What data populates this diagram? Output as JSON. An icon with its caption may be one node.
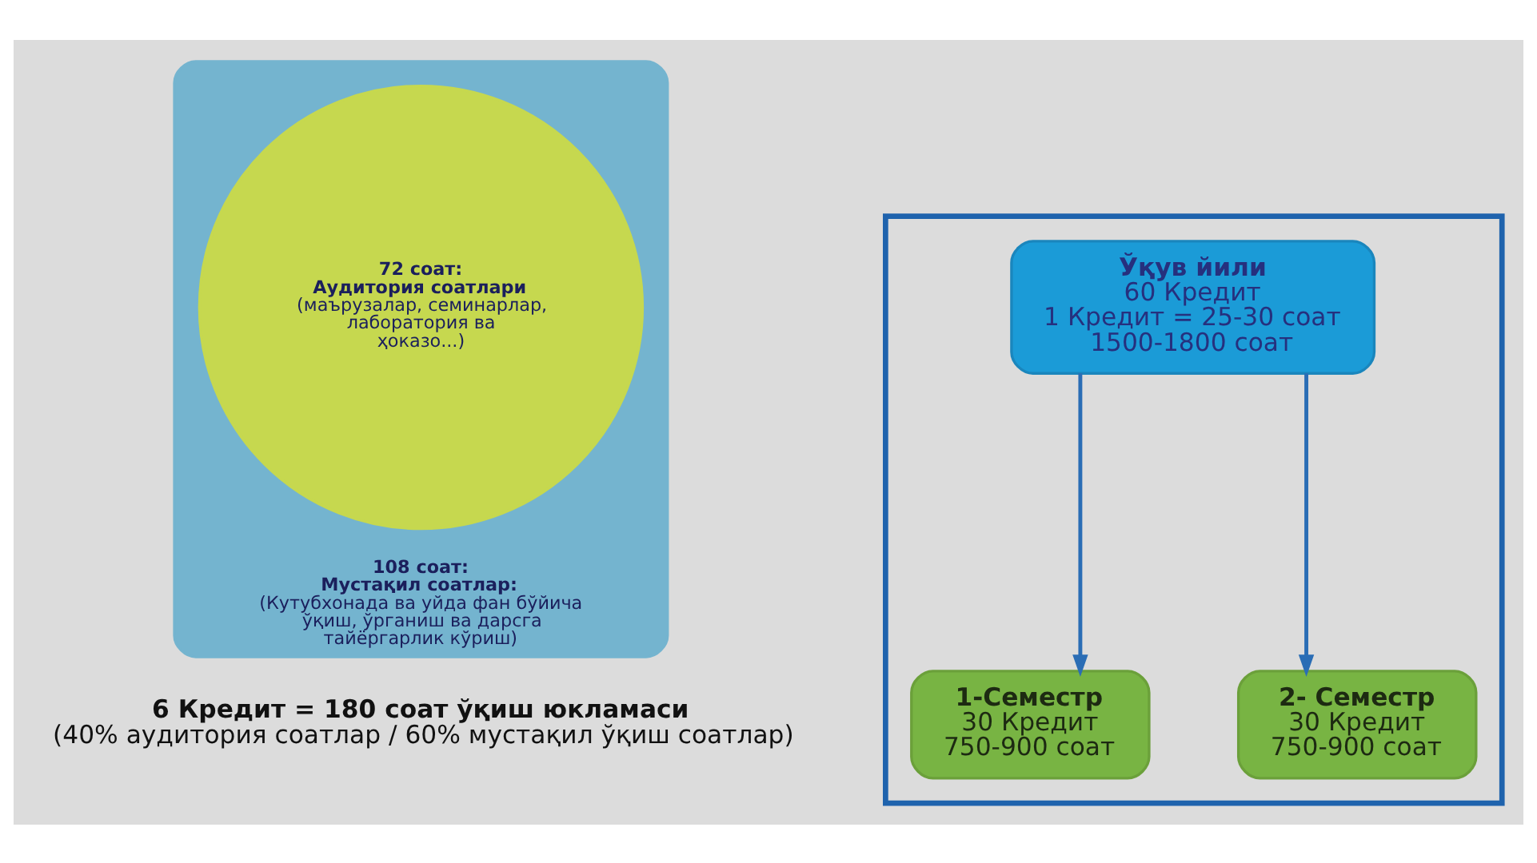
{
  "diagram": {
    "nodes": [
      {
        "text": [
          "108 соат:",
          "Мустақил соатлар:",
          "(Кутубхонада ва уйда фан бўйича ўқиш, ўрганиш ва дарсга тайёргарлик кўриш)"
        ],
        "beside": [
          "6 Кредит = 180 соат ўқиш юкламаси",
          "(40% аудитория соатлар / 60% мустақил ўқиш соатлар)"
        ]
      },
      {
        "text": [
          "72 соат:",
          "Аудитория соатлари",
          "(маърузалар, семинарлар, лаборатория ва ҳоказо...)"
        ],
        "in": 0
      },
      {
        "text": [],
        "shape": "box"
      },
      {
        "text": [
          "Ўқув йили",
          "60 Кредит",
          "1 Кредит = 25-30 соат",
          "1500-1800 соат"
        ],
        "in": 2
      },
      {
        "text": [
          "1-Семестр",
          "30 Кредит",
          "750-900 соат"
        ],
        "in": 2
      },
      {
        "text": [
          "2- Семестр",
          "30 Кредит",
          "750-900 соат"
        ],
        "in": 2
      }
    ],
    "edges": [
      {
        "from": 3,
        "to": 4,
        "arrow": "to"
      },
      {
        "from": 3,
        "to": 5,
        "arrow": "to"
      }
    ]
  }
}
